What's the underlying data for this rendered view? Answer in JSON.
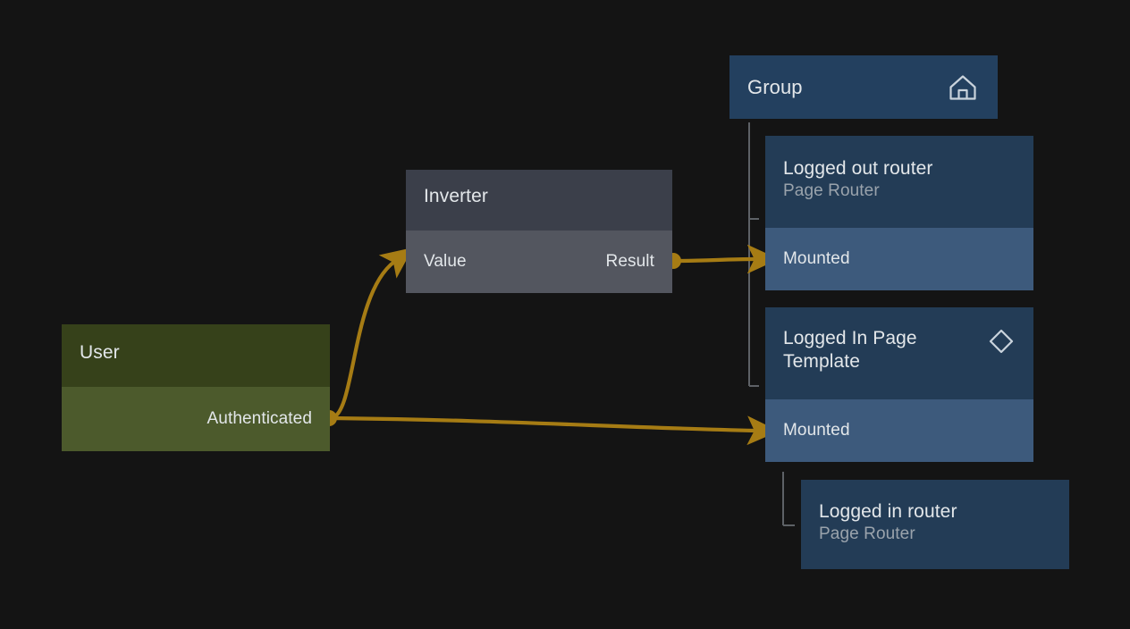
{
  "canvas": {
    "background": "#141414",
    "wire_color": "#a67c14",
    "tree_line_color": "#5d6166"
  },
  "nodes": {
    "group": {
      "title": "Group",
      "icon": "home-icon",
      "color": "#23405f"
    },
    "logged_out_router": {
      "title": "Logged out router",
      "subtitle": "Page Router",
      "ports": [
        {
          "label": "Mounted",
          "direction": "input"
        }
      ],
      "header_color": "#233c56",
      "port_color": "#3d5a7c"
    },
    "logged_in_template": {
      "title": "Logged In Page Template",
      "icon": "diamond-icon",
      "ports": [
        {
          "label": "Mounted",
          "direction": "input"
        }
      ],
      "header_color": "#233c56",
      "port_color": "#3d5a7c"
    },
    "logged_in_router": {
      "title": "Logged in router",
      "subtitle": "Page Router",
      "header_color": "#233c56"
    },
    "inverter": {
      "title": "Inverter",
      "input_label": "Value",
      "output_label": "Result",
      "header_color": "#3b3f4a",
      "port_color": "#53565f"
    },
    "user": {
      "title": "User",
      "output_label": "Authenticated",
      "header_color": "#36411a",
      "port_color": "#4c5a2c"
    }
  },
  "connections": [
    {
      "name": "user-authenticated-to-inverter-value",
      "from": "user.Authenticated",
      "to": "inverter.Value"
    },
    {
      "name": "inverter-result-to-logged-out-router-mounted",
      "from": "inverter.Result",
      "to": "logged_out_router.Mounted"
    },
    {
      "name": "user-authenticated-to-logged-in-template-mounted",
      "from": "user.Authenticated",
      "to": "logged_in_template.Mounted"
    }
  ]
}
